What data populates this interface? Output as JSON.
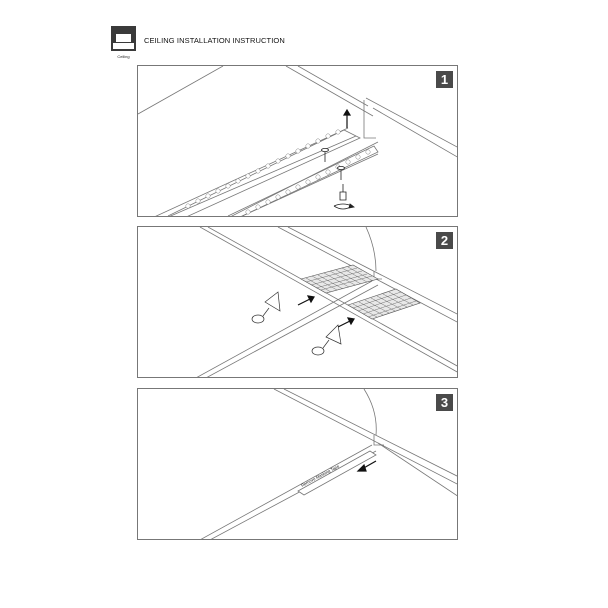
{
  "header": {
    "title": "CEILING INSTALLATION INSTRUCTION",
    "icon_caption": "Ceiling",
    "icon_name": "ceiling-icon"
  },
  "steps": [
    {
      "number": "1"
    },
    {
      "number": "2"
    },
    {
      "number": "3",
      "annotation": "Remove Masking Tape"
    }
  ],
  "colors": {
    "badge": "#4a4a4a",
    "line": "#777777",
    "grid": "#555555"
  }
}
